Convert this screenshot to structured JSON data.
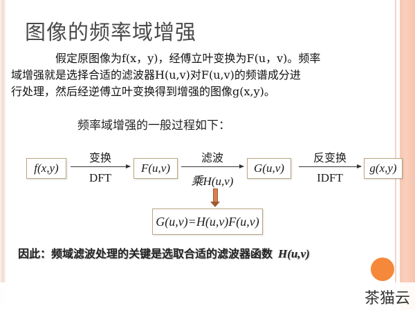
{
  "slide": {
    "title": "图像的频率域增强",
    "paragraph": {
      "line1": "假定原图像为f(x，y)，经傅立叶变换为F(u，v)。频率",
      "line2": "域增强就是选择合适的滤波器H(u,v)对F(u,v)的频谱成分进",
      "line3": "行处理，然后经逆傅立叶变换得到增强的图像g(x,y)。"
    },
    "subheading": "频率域增强的一般过程如下：",
    "flow": {
      "nodes": [
        "f(x,y)",
        "F(u,v)",
        "G(u,v)",
        "g(x,y)"
      ],
      "edges": [
        {
          "top": "变换",
          "bottom": "DFT"
        },
        {
          "top": "滤波",
          "bottom": "乘H(u,v)"
        },
        {
          "top": "反变换",
          "bottom": "IDFT"
        }
      ],
      "formula": "G(u,v)=H(u,v)F(u,v)"
    },
    "conclusion": {
      "text": "因此：频域滤波处理的关键是选取合适的滤波器函数",
      "symbol": "H(u,v)"
    }
  },
  "colors": {
    "accent_orange": "#f5883a",
    "right_panel": "#fbcfbc",
    "box_border": "#b9a57f"
  },
  "watermark": "茶猫云"
}
